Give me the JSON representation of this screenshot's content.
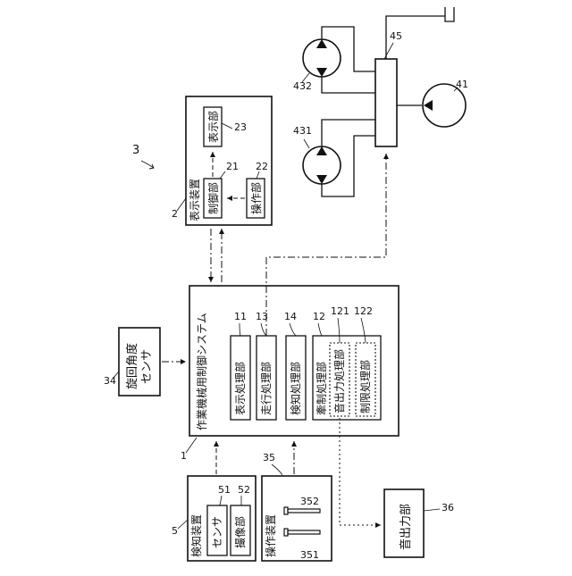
{
  "refs": {
    "system": "1",
    "display_proc": "11",
    "travel_proc": "13",
    "detect_proc": "14",
    "restrict_proc": "12",
    "sound_proc": "121",
    "limit_proc": "122",
    "display_device": "2",
    "control_unit": "21",
    "operation_unit": "22",
    "display_unit": "23",
    "machine": "3",
    "swing_sensor": "34",
    "operating_device": "35",
    "lever_a": "351",
    "lever_b": "352",
    "sound_output": "36",
    "pump": "41",
    "motor_a": "431",
    "motor_b": "432",
    "valve": "45",
    "detection_device": "5",
    "sensor": "51",
    "imaging": "52"
  },
  "labels": {
    "system": "作業機械用制御システム",
    "display_proc": "表示処理部",
    "travel_proc": "走行処理部",
    "detect_proc": "検知処理部",
    "restrict_proc": "牽制処理部",
    "sound_proc": "音出力処理部",
    "limit_proc": "制限処理部",
    "display_device": "表示装置",
    "control_unit": "制御部",
    "operation_unit": "操作部",
    "display_unit": "表示部",
    "swing_sensor_line1": "旋回角度",
    "swing_sensor_line2": "センサ",
    "operating_device": "操作装置",
    "sound_output": "音出力部",
    "detection_device": "検知装置",
    "sensor": "センサ",
    "imaging": "撮像部"
  }
}
